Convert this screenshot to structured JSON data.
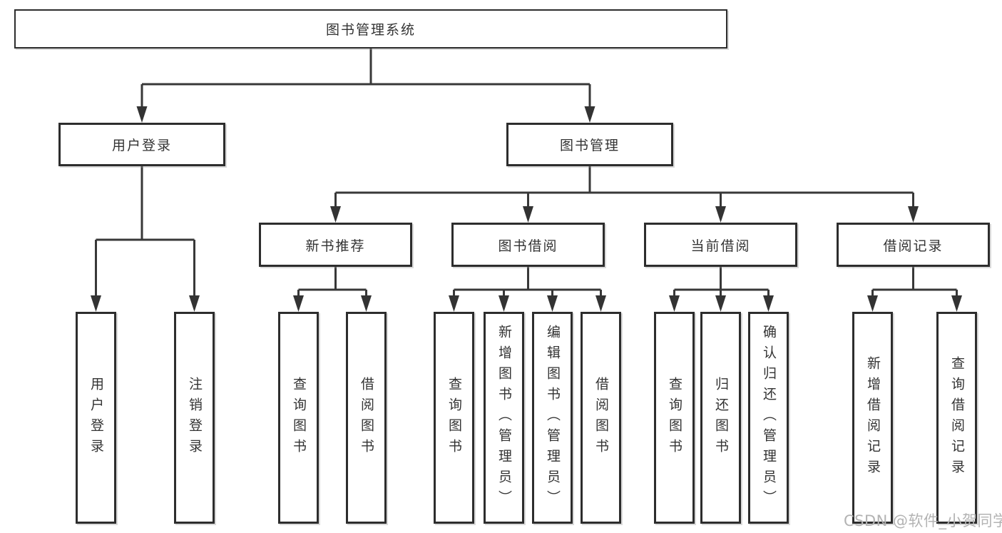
{
  "diagram": {
    "title": "图书管理系统",
    "type": "hierarchy-tree",
    "colors": {
      "line": "#383838",
      "box_border": "#2d2d2d",
      "box_fill": "#ffffff",
      "text": "#333333",
      "background": "#ffffff"
    },
    "root": {
      "label": "图书管理系统"
    },
    "level2": [
      {
        "label": "用户登录",
        "parent": "图书管理系统"
      },
      {
        "label": "图书管理",
        "parent": "图书管理系统"
      }
    ],
    "level3": [
      {
        "label": "新书推荐",
        "parent": "图书管理"
      },
      {
        "label": "图书借阅",
        "parent": "图书管理"
      },
      {
        "label": "当前借阅",
        "parent": "图书管理"
      },
      {
        "label": "借阅记录",
        "parent": "图书管理"
      }
    ],
    "leaves": [
      {
        "label": "用户登录",
        "parent": "用户登录"
      },
      {
        "label": "注销登录",
        "parent": "用户登录"
      },
      {
        "label": "查询图书",
        "parent": "新书推荐"
      },
      {
        "label": "借阅图书",
        "parent": "新书推荐"
      },
      {
        "label": "查询图书",
        "parent": "图书借阅"
      },
      {
        "label": "新增图书（管理员）",
        "parent": "图书借阅"
      },
      {
        "label": "编辑图书（管理员）",
        "parent": "图书借阅"
      },
      {
        "label": "借阅图书",
        "parent": "图书借阅"
      },
      {
        "label": "查询图书",
        "parent": "当前借阅"
      },
      {
        "label": "归还图书",
        "parent": "当前借阅"
      },
      {
        "label": "确认归还（管理员）",
        "parent": "当前借阅"
      },
      {
        "label": "新增借阅记录",
        "parent": "借阅记录"
      },
      {
        "label": "查询借阅记录",
        "parent": "借阅记录"
      }
    ]
  },
  "watermark": {
    "text": "CSDN @软件_小贺同学",
    "color": "#b3b3b3"
  }
}
